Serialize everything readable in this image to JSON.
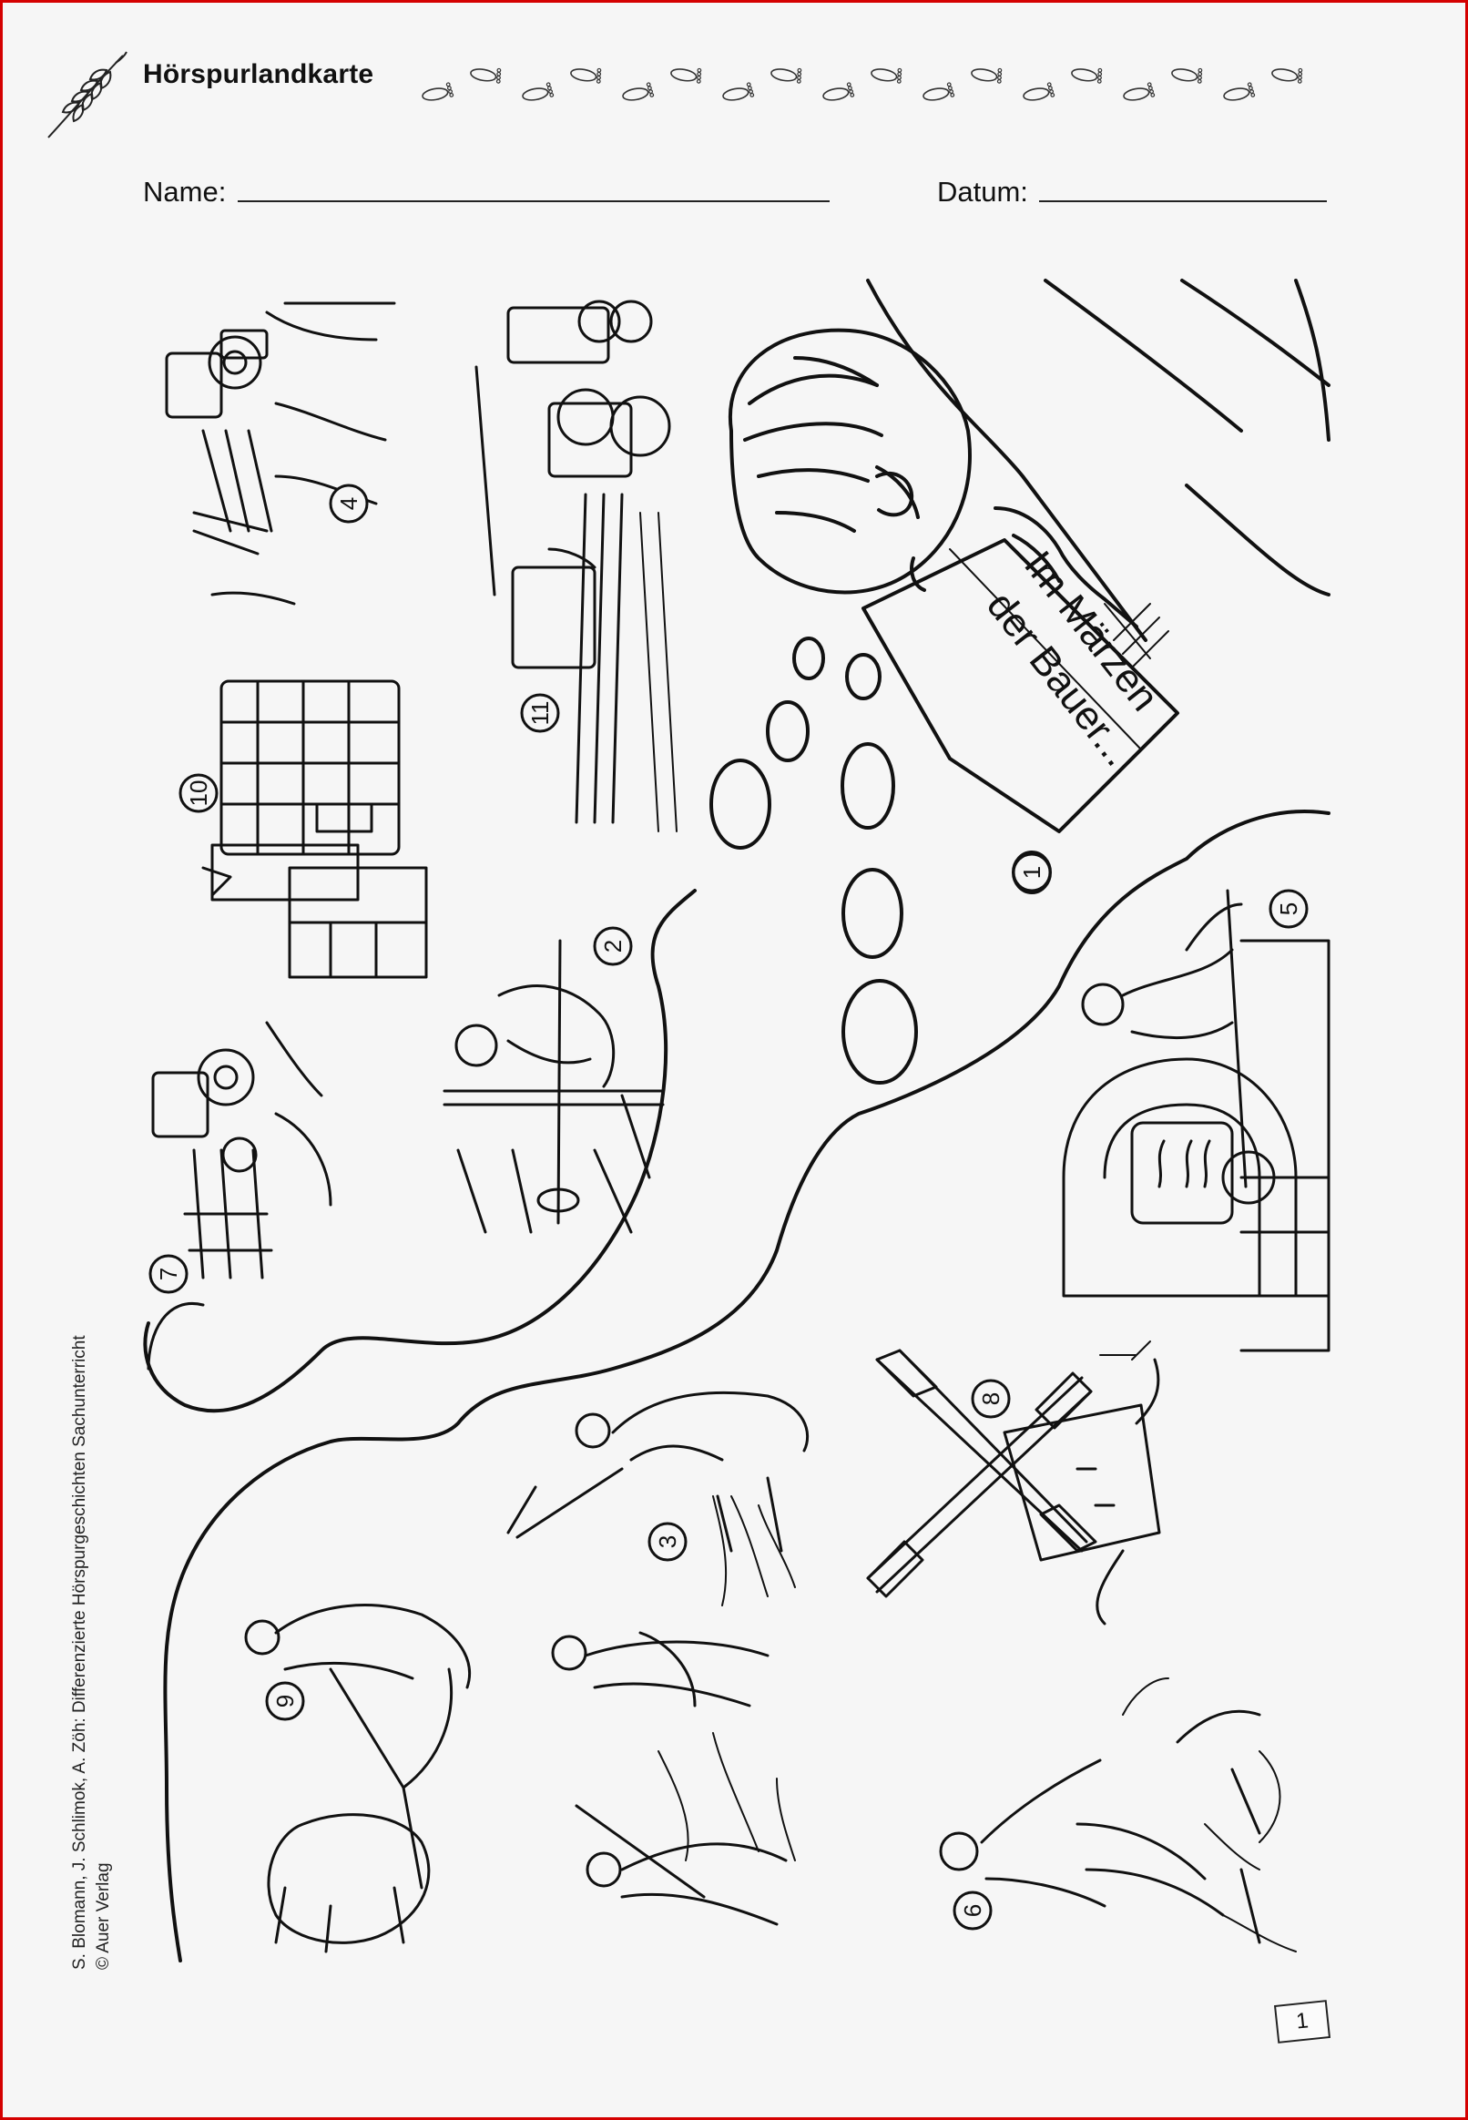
{
  "header": {
    "title": "Hörspurlandkarte",
    "icon": "wheat-ear-icon"
  },
  "form": {
    "name_label": "Name:",
    "date_label": "Datum:"
  },
  "scenes": [
    {
      "number": "1",
      "subject": "boy-reading-book"
    },
    {
      "number": "2",
      "subject": "baker-at-dough-trough"
    },
    {
      "number": "3",
      "subject": "farmers-threshing-grain"
    },
    {
      "number": "4",
      "subject": "tractor-ploughing"
    },
    {
      "number": "5",
      "subject": "baker-at-oven"
    },
    {
      "number": "6",
      "subject": "farmer-sowing-by-hand"
    },
    {
      "number": "7",
      "subject": "tractor-sowing-machine"
    },
    {
      "number": "8",
      "subject": "windmill"
    },
    {
      "number": "9",
      "subject": "horse-drawn-plough"
    },
    {
      "number": "10",
      "subject": "grain-silo-mill"
    },
    {
      "number": "11",
      "subject": "combine-harvester"
    }
  ],
  "book": {
    "line1": "Im Märzen",
    "line2": "der Bauer..."
  },
  "credits": {
    "line1": "S. Blomann, J. Schlimok, A. Zöh: Differenzierte Hörspurgeschichten Sachunterricht",
    "line2": "© Auer Verlag"
  },
  "page_number": "1",
  "colors": {
    "border": "#d40000",
    "ink": "#111111",
    "paper": "#f6f6f6"
  }
}
